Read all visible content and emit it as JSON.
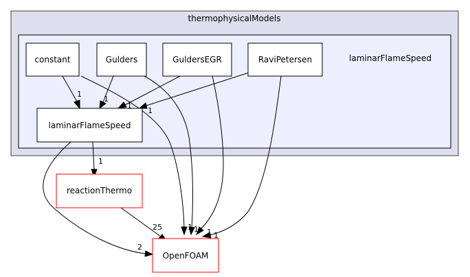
{
  "colors": {
    "outer_cluster_fill": "#dedeee",
    "outer_cluster_stroke": "#404040",
    "inner_cluster_fill": "#eeeeff",
    "inner_cluster_stroke": "#000000",
    "node_fill": "#ffffff",
    "node_stroke": "#000000",
    "external_stroke": "#ff0000"
  },
  "clusters": {
    "outer_label": "thermophysicalModels",
    "inner_label": "laminarFlameSpeed"
  },
  "nodes": {
    "constant": "constant",
    "gulders": "Gulders",
    "gulders_egr": "GuldersEGR",
    "ravi_petersen": "RaviPetersen",
    "laminar_flame_speed": "laminarFlameSpeed",
    "reaction_thermo": "reactionThermo",
    "openfoam": "OpenFOAM"
  },
  "edges": {
    "constant_to_lfs": "1",
    "gulders_to_lfs": "1",
    "gulders_egr_to_lfs": "1",
    "ravi_petersen_to_lfs": "1",
    "lfs_to_reaction_thermo": "1",
    "reaction_thermo_to_openfoam": "25",
    "lfs_to_openfoam": "2",
    "constant_to_openfoam": "1",
    "gulders_to_openfoam": "1",
    "gulders_egr_to_openfoam": "1",
    "ravi_petersen_to_openfoam": "1"
  }
}
